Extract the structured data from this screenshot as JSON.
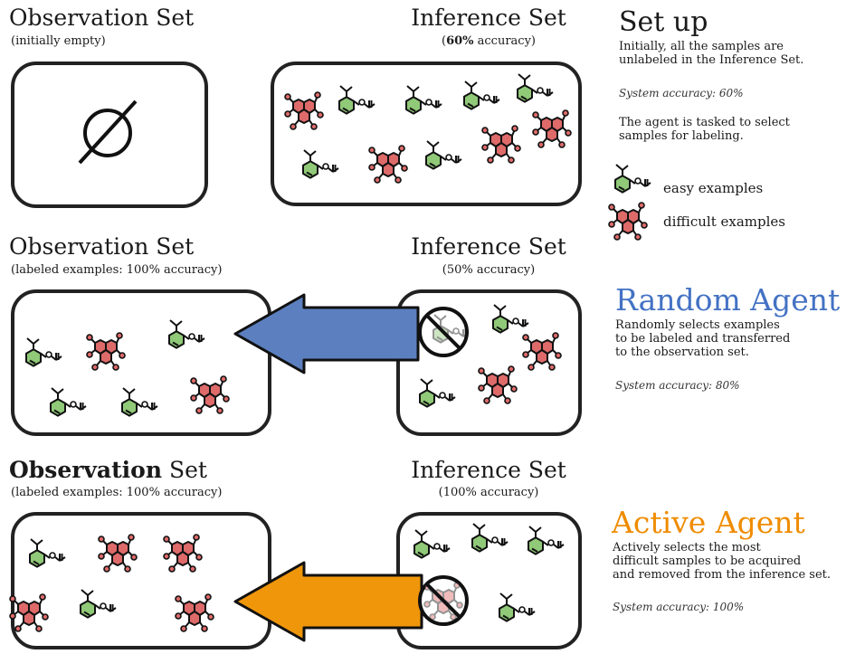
{
  "row1": {
    "obs_title": "Observation Set",
    "obs_sub": "(initially empty)",
    "inf_title": "Inference Set",
    "inf_sub_bold": "60%",
    "inf_sub_rest": " accuracy)",
    "inf_sub_open": "("
  },
  "row2": {
    "obs_title": "Observation Set",
    "obs_sub": "(labeled examples: 100% accuracy)",
    "inf_title": "Inference Set",
    "inf_sub": "(50% accuracy)"
  },
  "row3": {
    "obs_title_bold": "Observation",
    "obs_title_rest": " Set",
    "obs_sub": "(labeled examples: 100% accuracy)",
    "inf_title": "Inference Set",
    "inf_sub": "(100% accuracy)"
  },
  "setup": {
    "title": "Set up",
    "line1": "Initially, all the samples are",
    "line2": "unlabeled in the Inference Set.",
    "accuracy": "System accuracy: 60%",
    "task1": "The agent is tasked to select",
    "task2": "samples for labeling.",
    "legend_easy": "easy examples",
    "legend_difficult": "difficult examples"
  },
  "random_agent": {
    "title": "Random Agent",
    "line1": "Randomly selects examples",
    "line2": "to be labeled and transferred",
    "line3": "to the observation set.",
    "accuracy": "System accuracy: 80%",
    "color": "#4472c4"
  },
  "active_agent": {
    "title": "Active Agent",
    "line1": "Actively selects the most",
    "line2": "difficult samples to be acquired",
    "line3": "and removed from the inference set.",
    "accuracy": "System accuracy: 100%",
    "color": "#ef8c00"
  },
  "colors": {
    "easy_fill": "#90c978",
    "difficult_fill": "#de6a6a",
    "stroke": "#111111",
    "random_arrow": "#5b7fbf",
    "active_arrow": "#f0960a"
  },
  "icons": {
    "empty_set": "empty-set-symbol",
    "easy": "easy-molecule-icon",
    "difficult": "difficult-molecule-icon",
    "no": "no-entry-icon"
  }
}
